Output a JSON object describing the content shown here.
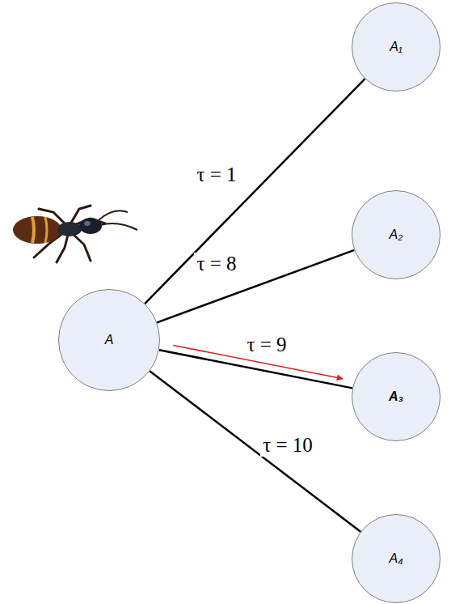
{
  "diagram": {
    "nodes": [
      {
        "text": [
          "A"
        ]
      },
      {
        "text": [
          "A₁"
        ]
      },
      {
        "text": [
          "A₂"
        ]
      },
      {
        "text": [
          "A₃"
        ]
      },
      {
        "text": [
          "A₄"
        ]
      }
    ],
    "edges": [
      {
        "from": 0,
        "to": 1,
        "label": "τ = 1",
        "arrow": "none"
      },
      {
        "from": 0,
        "to": 2,
        "label": "τ = 8",
        "arrow": "none"
      },
      {
        "from": 0,
        "to": 3,
        "label": "τ = 9",
        "arrow": "none"
      },
      {
        "from": 0,
        "to": 4,
        "label": "τ = 10",
        "arrow": "none"
      },
      {
        "from": 0,
        "to": 3,
        "arrow": "to"
      }
    ]
  }
}
